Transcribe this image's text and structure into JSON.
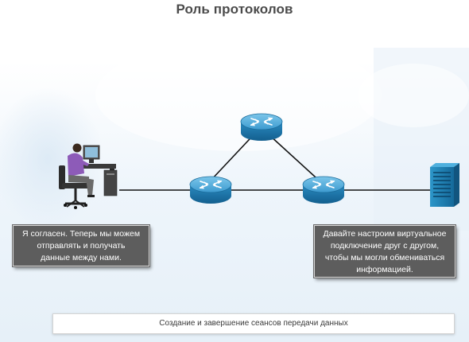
{
  "title": "Роль протоколов",
  "left_callout": {
    "lines": [
      "Я согласен. Теперь мы можем",
      "отправлять и получать",
      "данные между нами."
    ]
  },
  "right_callout": {
    "lines": [
      "Давайте настроим виртуальное",
      "подключение друг с другом,",
      "чтобы мы могли обмениваться",
      "информацией."
    ]
  },
  "caption": "Создание и завершение сеансов передачи данных",
  "colors": {
    "router_fill": "#1f7fb5",
    "router_top": "#47a8d8",
    "server": "#1f84b8",
    "link": "#111111",
    "callout_bg": "#5d5d5d"
  },
  "nodes": [
    {
      "id": "user-pc",
      "icon": "user-at-computer-icon"
    },
    {
      "id": "router-left",
      "icon": "router-icon"
    },
    {
      "id": "router-top",
      "icon": "router-icon"
    },
    {
      "id": "router-right",
      "icon": "router-icon"
    },
    {
      "id": "server",
      "icon": "server-icon"
    }
  ],
  "links": [
    [
      "user-pc",
      "router-left"
    ],
    [
      "router-left",
      "router-top"
    ],
    [
      "router-top",
      "router-right"
    ],
    [
      "router-left",
      "router-right"
    ],
    [
      "router-right",
      "server"
    ]
  ]
}
